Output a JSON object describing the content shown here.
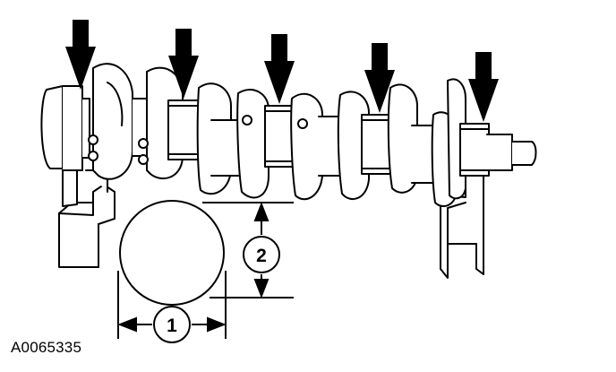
{
  "figure": {
    "reference_code": "A0065335",
    "callouts": [
      {
        "label": "1",
        "meaning": ""
      },
      {
        "label": "2",
        "meaning": ""
      }
    ],
    "arrow_count": 5,
    "line_color": "#000000",
    "fill_color": "#ffffff"
  }
}
